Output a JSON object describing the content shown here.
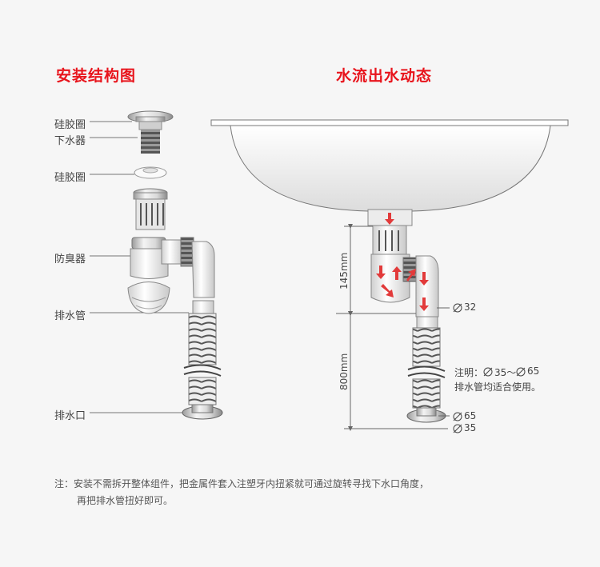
{
  "titles": {
    "left": "安装结构图",
    "right": "水流出水动态"
  },
  "left_labels": {
    "gasket_top": "硅胶圈",
    "drain_head": "下水器",
    "gasket_mid": "硅胶圈",
    "odor_trap": "防臭器",
    "drain_pipe": "排水管",
    "outlet": "排水口"
  },
  "right_labels": {
    "dim_145": "145mm",
    "dim_800": "800mm",
    "d32": "32",
    "note_line1": "注明：",
    "note_d35": "35～",
    "note_d65": "65",
    "note_line2": "排水管均适合使用。",
    "d65": "65",
    "d35": "35"
  },
  "footnote": {
    "line1": "注：安装不需拆开整体组件，把金属件套入注塑牙内扭紧就可通过旋转寻找下水口角度，",
    "line2": "再把排水管扭好即可。"
  },
  "colors": {
    "title": "#e8141c",
    "arrow": "#e23a3a",
    "line": "#666666"
  }
}
